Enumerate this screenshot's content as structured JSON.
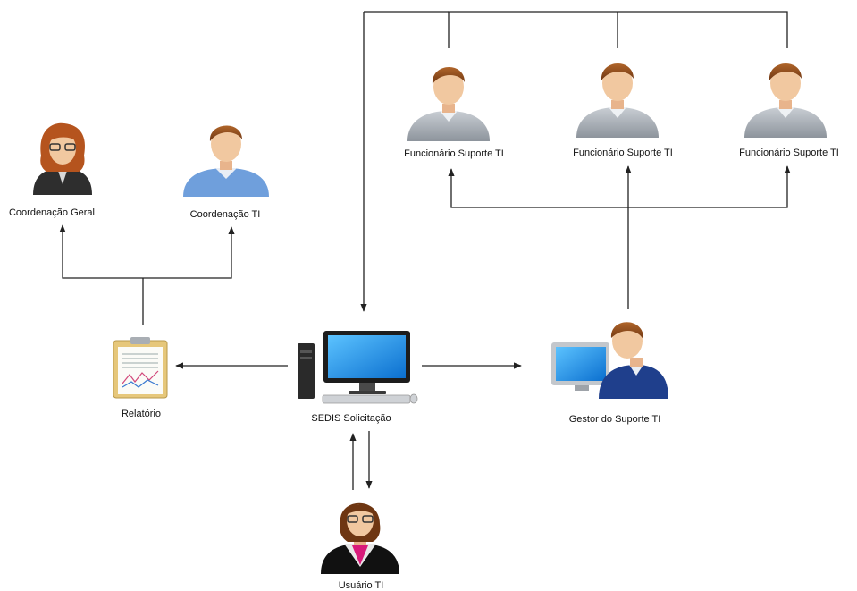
{
  "nodes": {
    "coord_geral": {
      "label": "Coordenação Geral",
      "icon": "woman-glasses-icon"
    },
    "coord_ti": {
      "label": "Coordenação TI",
      "icon": "man-icon"
    },
    "func_1": {
      "label": "Funcionário Suporte TI",
      "icon": "man-icon"
    },
    "func_2": {
      "label": "Funcionário Suporte TI",
      "icon": "man-icon"
    },
    "func_3": {
      "label": "Funcionário Suporte TI",
      "icon": "man-icon"
    },
    "relatorio": {
      "label": "Relatório",
      "icon": "clipboard-report-icon"
    },
    "sedis": {
      "label": "SEDIS Solicitação",
      "icon": "desktop-computer-icon"
    },
    "gestor": {
      "label": "Gestor do Suporte TI",
      "icon": "man-at-computer-icon"
    },
    "usuario": {
      "label": "Usuário TI",
      "icon": "woman-glasses-icon"
    }
  },
  "colors": {
    "line": "#222222",
    "skin": "#f1c8a0",
    "hair_brown": "#8a4a1c",
    "hair_red": "#b5541e",
    "suit_dark": "#2e2e2e",
    "suit_grey": "#9da3aa",
    "shirt_blue": "#6f9fdc",
    "shirt_navy": "#1f3f8c",
    "accent_pink": "#d81b7a",
    "screen_blue": "#1f8fe0"
  }
}
